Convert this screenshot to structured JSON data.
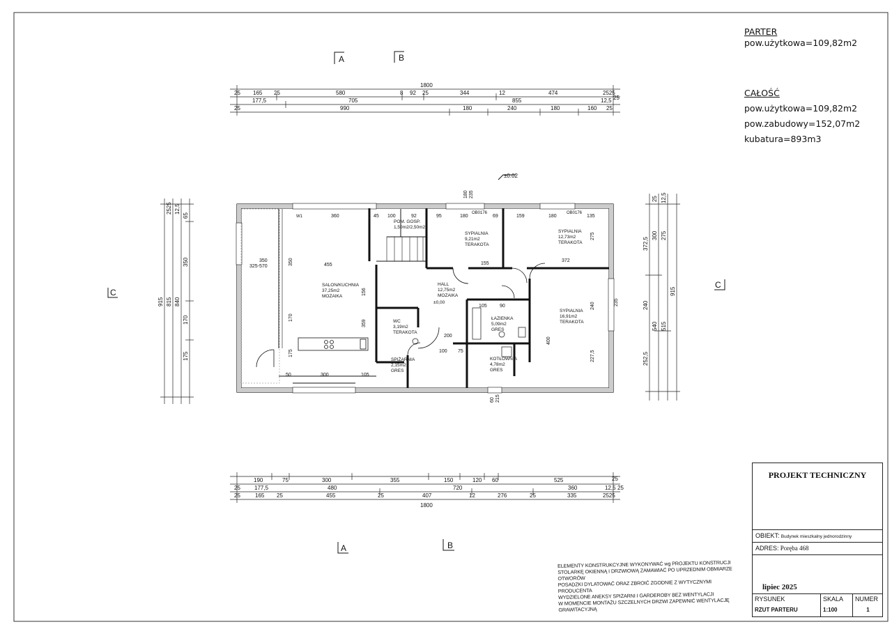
{
  "floor_summary": {
    "floor_name": "PARTER",
    "usable_area": "pow.użytkowa=109,82m2"
  },
  "totals": {
    "heading": "CAŁOŚĆ",
    "usable_area": "pow.użytkowa=109,82m2",
    "built_area": "pow.zabudowy=152,07m2",
    "volume": "kubatura=893m3"
  },
  "section_markers": [
    "A",
    "B",
    "C",
    "A",
    "B",
    "C"
  ],
  "level_mark": "±0.02",
  "level_mark_inner": "±0,00",
  "rooms": [
    {
      "name": "SALON/KUCHNIA",
      "area": "37,25m2",
      "floor": "MOZAIKA"
    },
    {
      "name": "POM. GOSP.",
      "area": "1,50m2/2,50m2",
      "floor": ""
    },
    {
      "name": "SYPIALNIA",
      "area": "9,21m2",
      "floor": "TERAKOTA"
    },
    {
      "name": "SYPIALNIA",
      "area": "12,73m2",
      "floor": "TERAKOTA"
    },
    {
      "name": "HALL",
      "area": "12,75m2",
      "floor": "MOZAIKA"
    },
    {
      "name": "WC",
      "area": "3,19m2",
      "floor": "TERAKOTA"
    },
    {
      "name": "ŁAZIENKA",
      "area": "5,09m2",
      "floor": "GRES"
    },
    {
      "name": "SYPIALNIA",
      "area": "16,91m2",
      "floor": "TERAKOTA"
    },
    {
      "name": "SPIŻARNIA",
      "area": "2,15m2",
      "floor": "GRES"
    },
    {
      "name": "KOTŁOWNIA",
      "area": "4,78m2",
      "floor": "GRES"
    }
  ],
  "top_dims": {
    "overall": "1800",
    "row1": [
      "25",
      "165",
      "25",
      "580",
      "8",
      "92",
      "25",
      "344",
      "12",
      "474",
      "2525"
    ],
    "row2": [
      "177,5",
      "705",
      "855",
      "12,5",
      "25"
    ],
    "row3": [
      "25",
      "990",
      "180",
      "240",
      "180",
      "160",
      "25"
    ]
  },
  "bottom_dims": {
    "overall": "1800",
    "row1": [
      "190",
      "75",
      "300",
      "355",
      "150",
      "120",
      "60",
      "525",
      "25"
    ],
    "row2": [
      "25",
      "177,5",
      "480",
      "720",
      "360",
      "12,5",
      "25"
    ],
    "row3": [
      "25",
      "165",
      "25",
      "455",
      "25",
      "407",
      "12",
      "276",
      "25",
      "335",
      "2525"
    ]
  },
  "left_dims": [
    "915",
    "815",
    "840",
    "350",
    "170",
    "175",
    "2525",
    "12,5",
    "65"
  ],
  "right_dims": [
    "372,5",
    "300",
    "275",
    "915",
    "240",
    "540",
    "515",
    "252,5",
    "25",
    "12,5"
  ],
  "interior_dims": [
    "360",
    "45",
    "100",
    "92",
    "95",
    "180",
    "69",
    "159",
    "180",
    "135",
    "275",
    "350",
    "325-570",
    "455",
    "350",
    "170",
    "175",
    "156",
    "359",
    "155",
    "372",
    "240",
    "235",
    "400",
    "227,5",
    "105",
    "90",
    "200",
    "100",
    "75",
    "300",
    "105",
    "50",
    "180",
    "235",
    "60",
    "215"
  ],
  "window_labels": [
    "OB0176",
    "OB0176",
    "W1"
  ],
  "notes": [
    "ELEMENTY KONSTRUKCYJNE WYKONYWAĆ wg PROJEKTU KONSTRUCJI",
    "STOLARKĘ OKIENNĄ I DRZWIOWĄ ZAMAWIAĆ PO UPRZEDNIM OBMIARZE OTWORÓW",
    "POSADZKI DYLATOWAĆ ORAZ ZBROIĆ ZGODNIE Z WYTYCZNYMI PRODUCENTA",
    "WYDZIELONE ANEKSY SPIŻARNI I GARDEROBY BEZ WENTYLACJI",
    "W MOMENCIE MONTAŻU SZCZELNYCH DRZWI ZAPEWNIĆ WENTYLACJĘ GRAWITACYJNĄ"
  ],
  "title_block": {
    "heading": "PROJEKT TECHNICZNY",
    "object_label": "OBIEKT:",
    "object_value": "Budynek mieszkalny jednorodzinny",
    "address_label": "ADRES:",
    "address_value": "Poręba 468",
    "date": "lipiec 2025",
    "drawing_label": "RYSUNEK",
    "drawing_value": "RZUT PARTERU",
    "scale_label": "SKALA",
    "scale_value": "1:100",
    "number_label": "NUMER",
    "number_value": "1"
  }
}
